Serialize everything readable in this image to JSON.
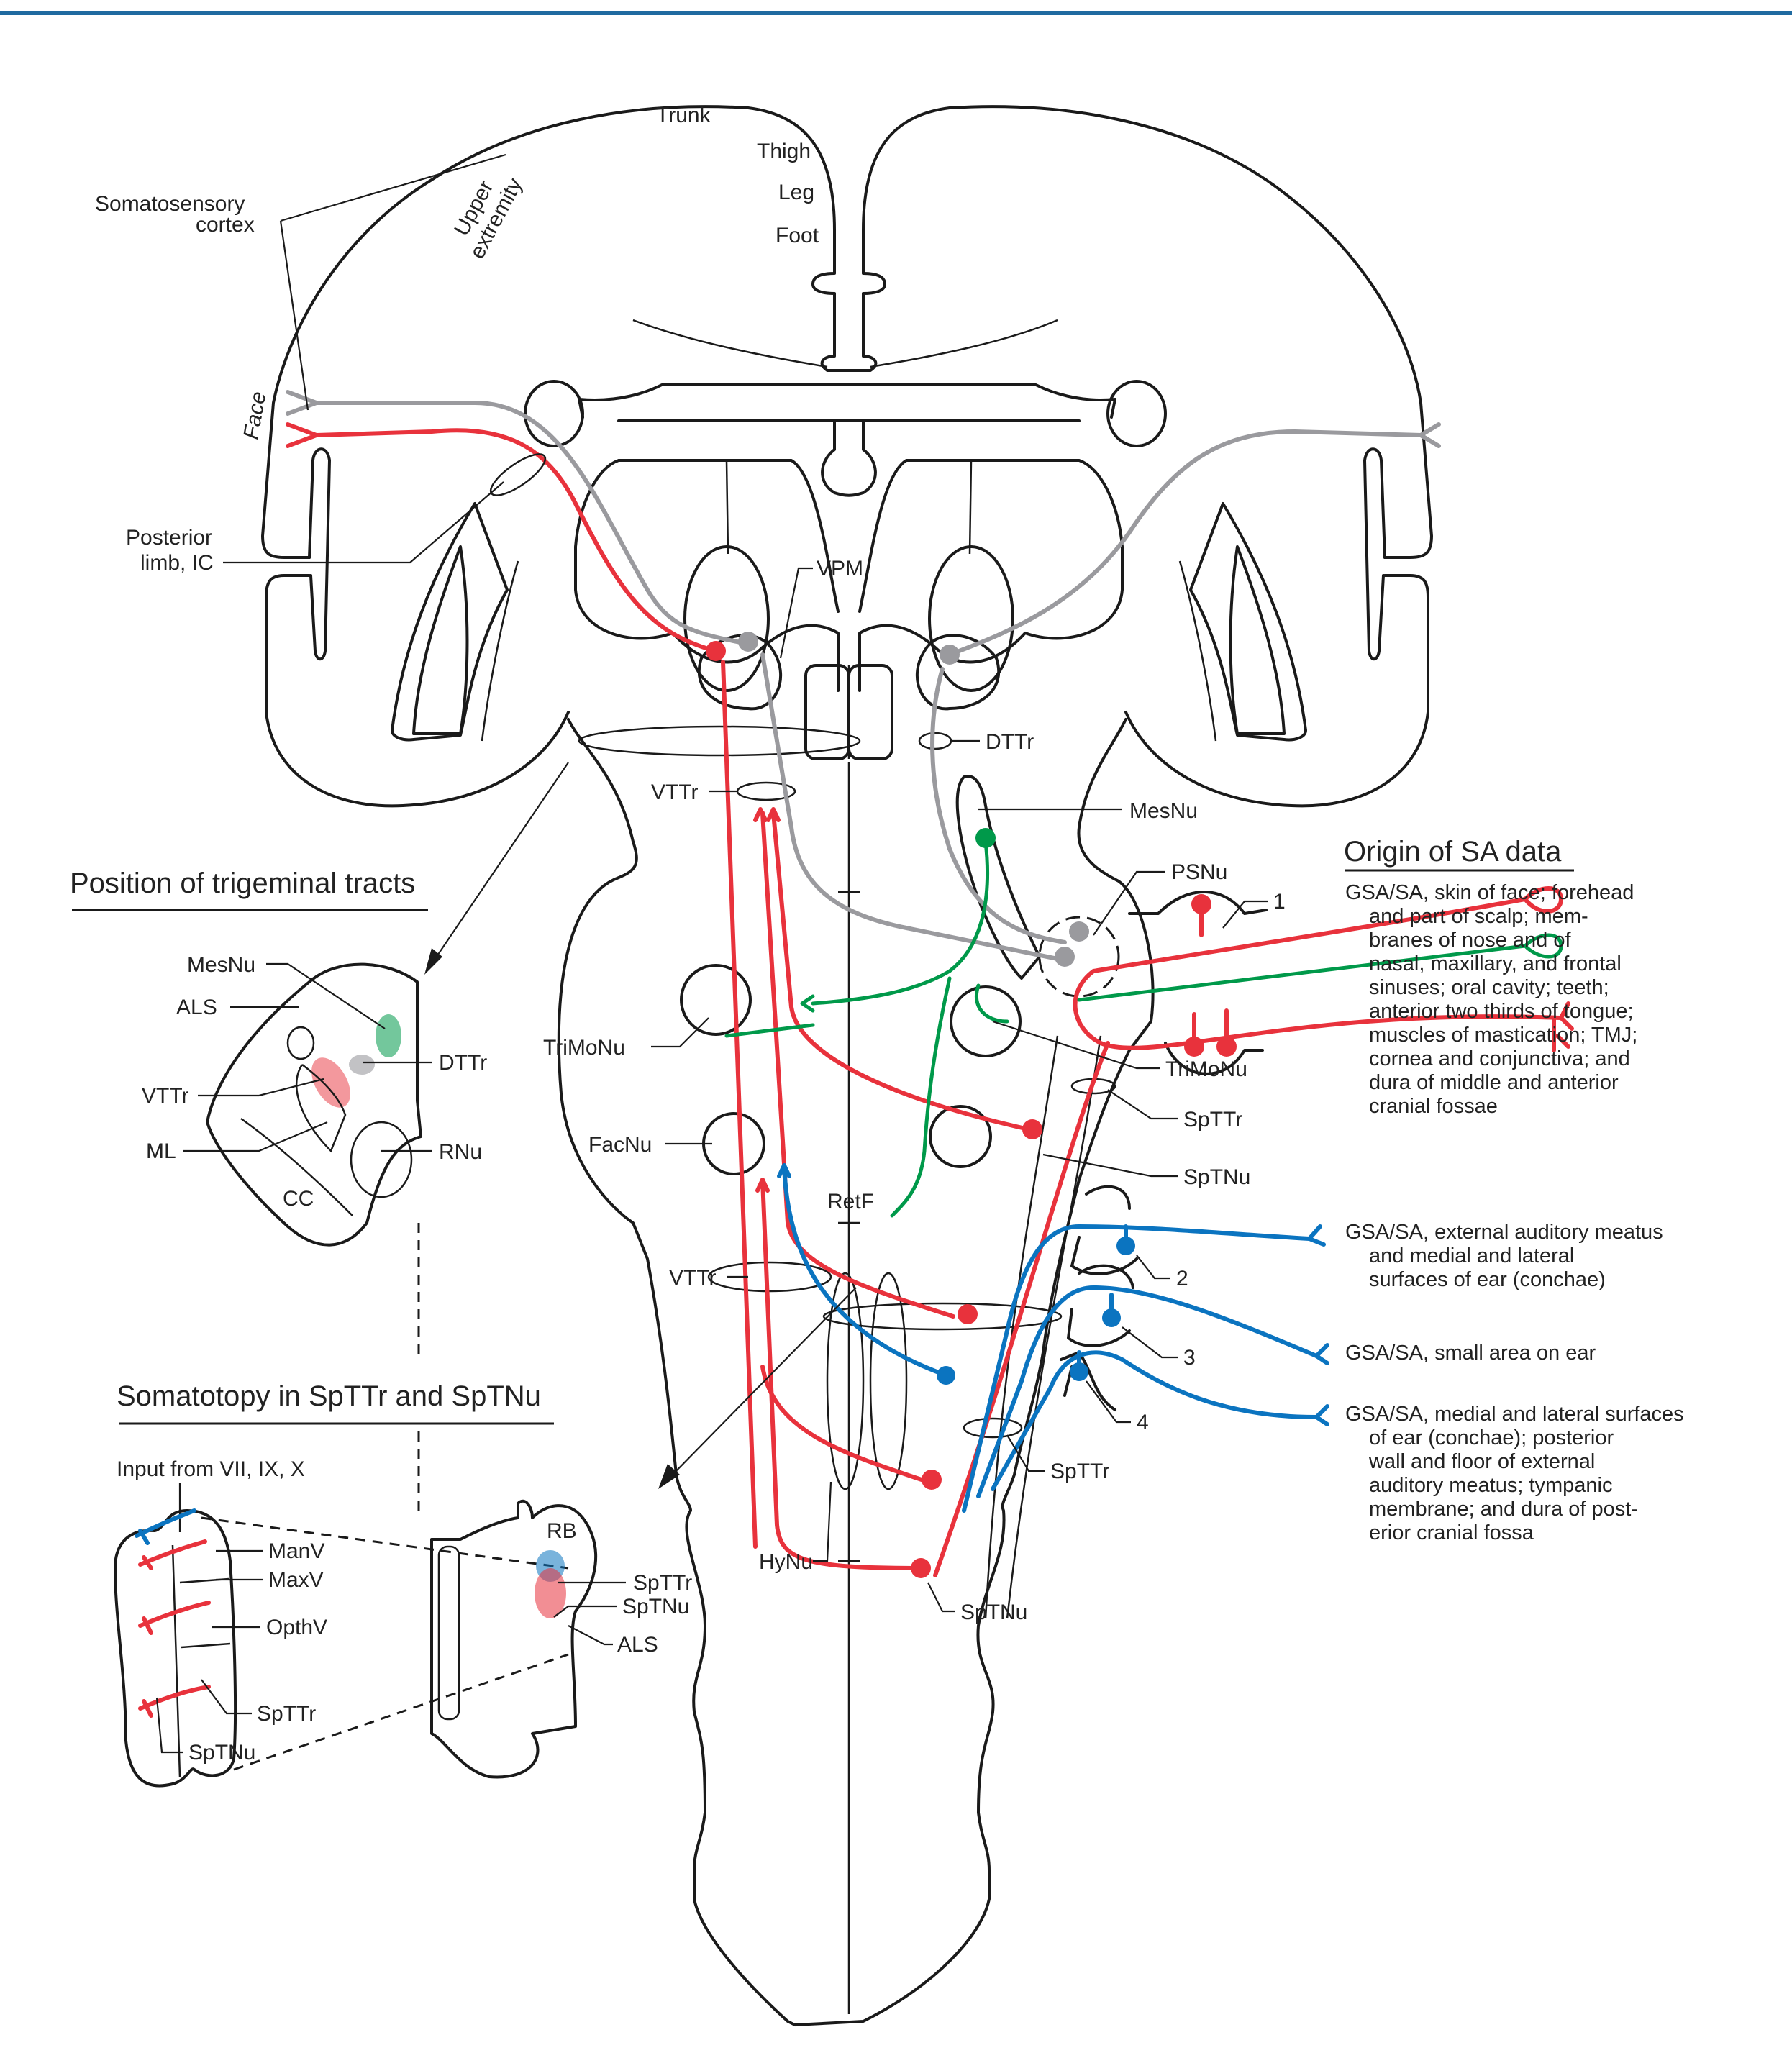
{
  "header": {
    "rule_color": "#1f6aa0"
  },
  "colors": {
    "red": "#e8323c",
    "gray": "#9a9a9e",
    "green": "#00994a",
    "blue": "#0b74c0",
    "outline": "#1a1a1a"
  },
  "cortex_labels": {
    "trunk": "Trunk",
    "thigh": "Thigh",
    "leg": "Leg",
    "foot": "Foot",
    "upper_extremity_1": "Upper",
    "upper_extremity_2": "extremity",
    "somatosensory_1": "Somatosensory",
    "somatosensory_2": "cortex",
    "face": "Face",
    "posterior_limb_1": "Posterior",
    "posterior_limb_2": "limb, IC"
  },
  "brainstem_labels": {
    "vpm": "VPM",
    "dttr": "DTTr",
    "vttr_upper": "VTTr",
    "mesnu": "MesNu",
    "psnu": "PSNu",
    "trimonu_left": "TriMoNu",
    "trimonu_right": "TriMoNu",
    "spttr_upper": "SpTTr",
    "spt_nu_upper": "SpTNu",
    "facnu": "FacNu",
    "retf": "RetF",
    "vttr_lower": "VTTr",
    "spttr_lower": "SpTTr",
    "hynu": "HyNu",
    "sptnu_lower": "SpTNu",
    "ganglion_1": "1",
    "ganglion_2": "2",
    "ganglion_3": "3",
    "ganglion_4": "4"
  },
  "origin_panel": {
    "title": "Origin of SA data",
    "entries": [
      {
        "color": "red",
        "lines": [
          "GSA/SA, skin of face; forehead",
          "and part of scalp; mem-",
          "branes of nose and of",
          "nasal, maxillary, and frontal",
          "sinuses;  oral cavity; teeth;",
          "anterior two thirds of tongue;",
          "muscles of mastication; TMJ;",
          "cornea and conjunctiva; and",
          "dura of middle and anterior",
          "cranial fossae"
        ]
      },
      {
        "color": "blue",
        "lines": [
          "GSA/SA, external auditory meatus",
          "and medial and lateral",
          "surfaces of ear (conchae)"
        ]
      },
      {
        "color": "blue",
        "lines": [
          "GSA/SA, small area on ear"
        ]
      },
      {
        "color": "blue",
        "lines": [
          "GSA/SA, medial and lateral surfaces",
          "of ear (conchae); posterior",
          "wall and floor of external",
          "auditory meatus; tympanic",
          "membrane; and dura of post-",
          "erior cranial fossa"
        ]
      }
    ]
  },
  "position_inset": {
    "title": "Position of trigeminal tracts",
    "labels": {
      "mesnu": "MesNu",
      "als": "ALS",
      "dttr": "DTTr",
      "vttr": "VTTr",
      "ml": "ML",
      "rnu": "RNu",
      "cc": "CC"
    }
  },
  "somatotopy_inset": {
    "title": "Somatotopy in SpTTr and SpTNu",
    "labels": {
      "input": "Input from VII, IX, X",
      "manv": "ManV",
      "maxv": "MaxV",
      "opthv": "OpthV",
      "spttr_left": "SpTTr",
      "sptnu_left": "SpTNu",
      "rb": "RB",
      "spttr_right": "SpTTr",
      "sptnu_right": "SpTNu",
      "als": "ALS"
    }
  }
}
